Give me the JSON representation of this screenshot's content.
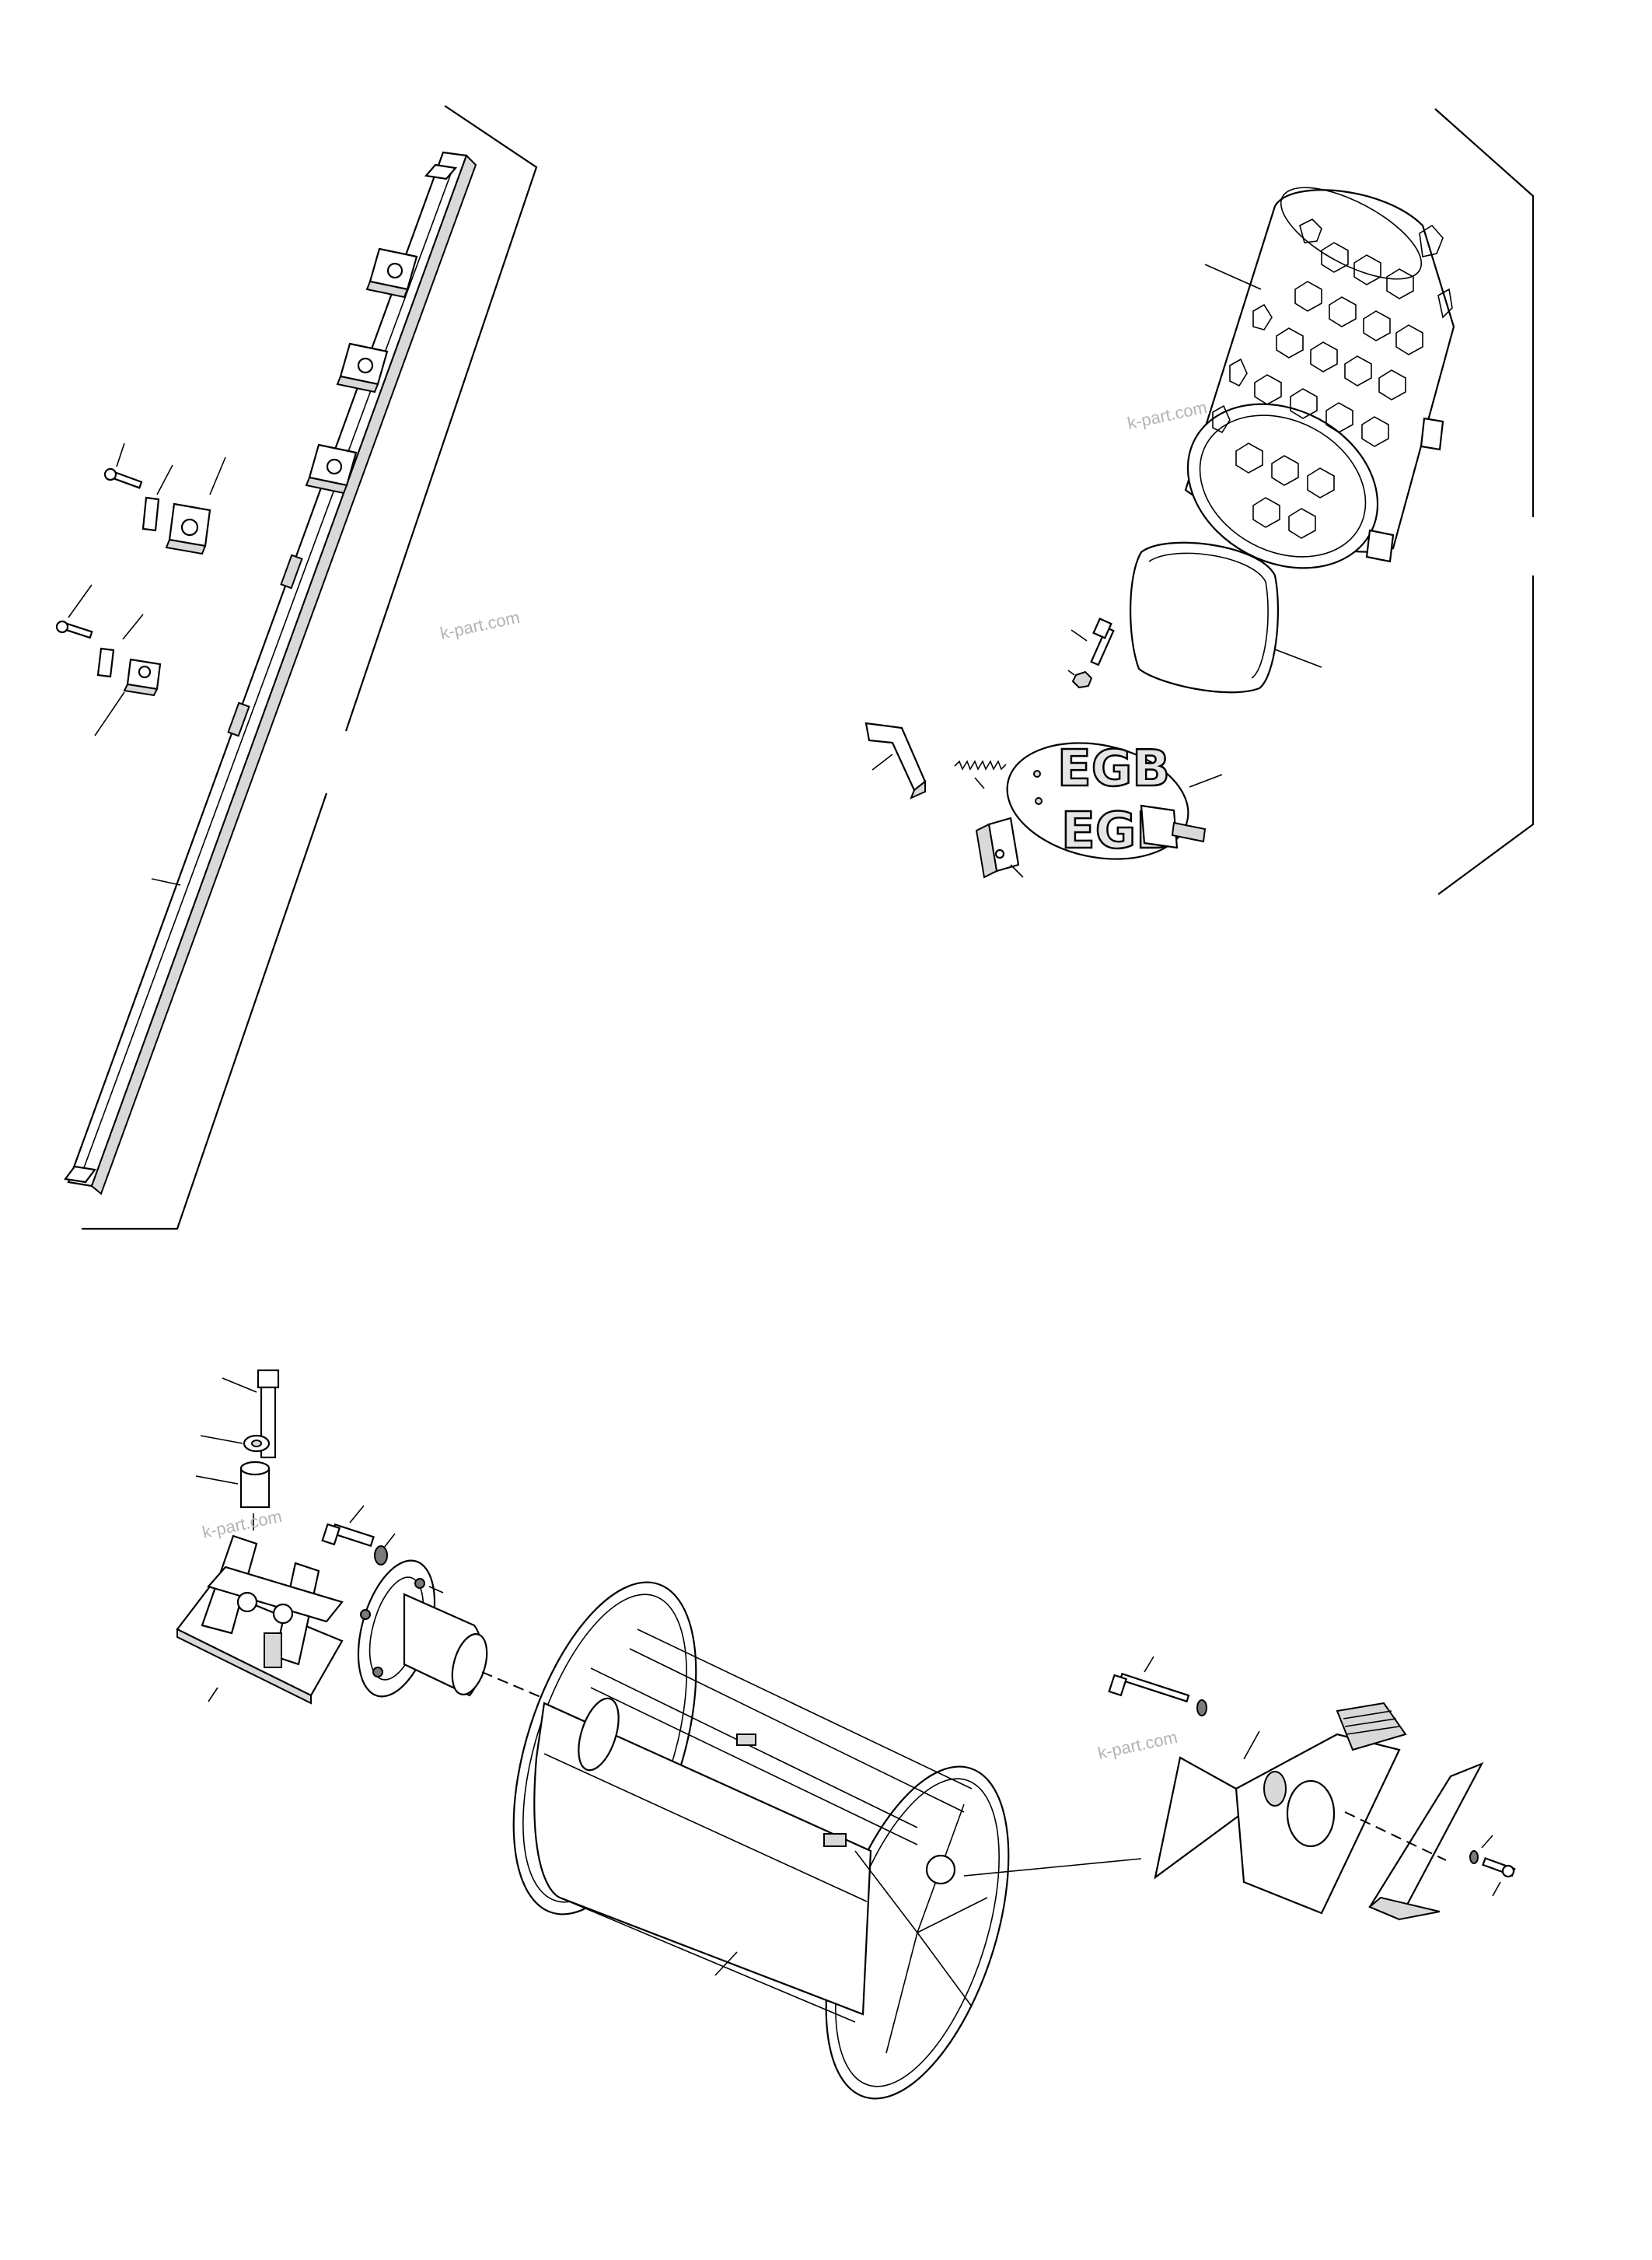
{
  "drawing": {
    "watermarks": [
      "k-part.com",
      "k-part.com",
      "k-part.com",
      "k-part.com"
    ],
    "emblem_text_top": "EGB",
    "emblem_text_bottom": "EGB"
  }
}
